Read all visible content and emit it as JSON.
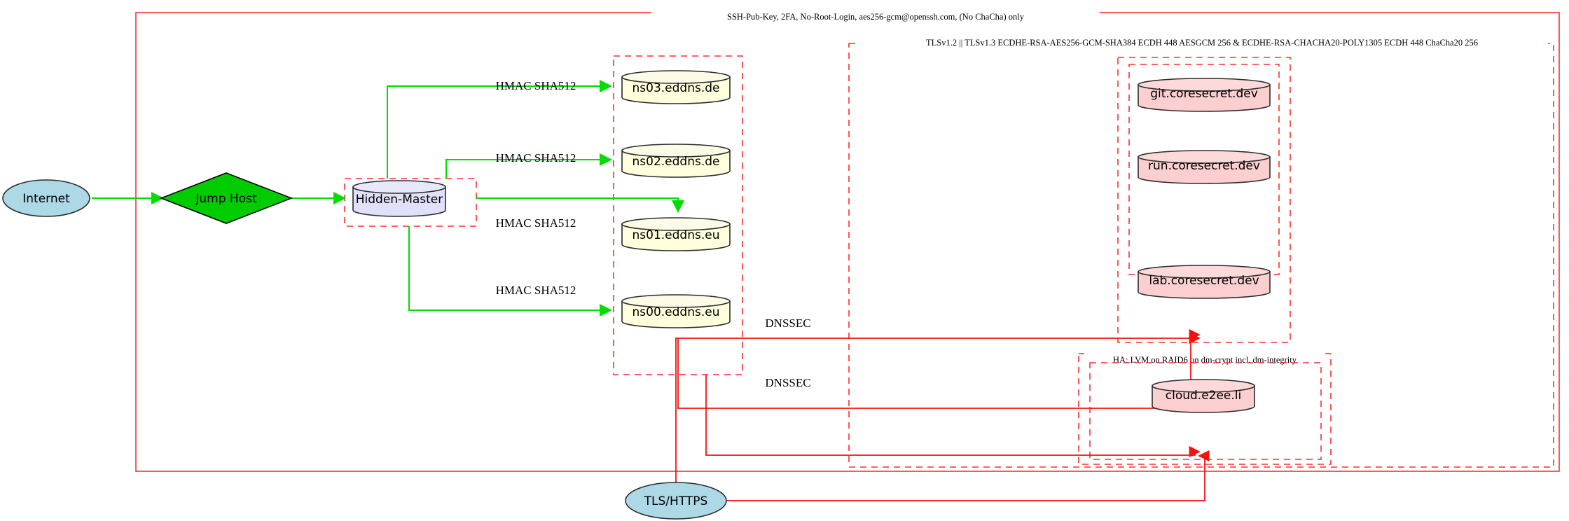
{
  "diagram": {
    "title_labels": {
      "ssh_policy": "SSH-Pub-Key, 2FA, No-Root-Login, aes256-gcm@openssh.com, (No ChaCha) only",
      "tls_policy": "TLSv1.2 || TLSv1.3 ECDHE-RSA-AES256-GCM-SHA384 ECDH 448 AESGCM 256 & ECDHE-RSA-CHACHA20-POLY1305 ECDH 448 ChaCha20 256",
      "ha_policy": "HA: LVM on RAID6 on dm-crypt incl. dm-integrity"
    },
    "nodes": {
      "internet": "Internet",
      "jump_host": "Jump Host",
      "hidden_master": "Hidden-Master",
      "ns03": "ns03.eddns.de",
      "ns02": "ns02.eddns.de",
      "ns01": "ns01.eddns.eu",
      "ns00": "ns00.eddns.eu",
      "git": "git.coresecret.dev",
      "run": "run.coresecret.dev",
      "lab": "lab.coresecret.dev",
      "cloud": "cloud.e2ee.li",
      "tls_https": "TLS/HTTPS"
    },
    "edges": {
      "hmac_ns03": "HMAC SHA512",
      "hmac_ns02": "HMAC SHA512",
      "hmac_ns01": "HMAC SHA512",
      "hmac_ns00": "HMAC SHA512",
      "dnssec_upper": "DNSSEC",
      "dnssec_lower": "DNSSEC"
    },
    "colors": {
      "cluster_border": "#f8312f",
      "green_edge": "#00dd00",
      "red_edge": "#fa0f0f",
      "internet_fill": "#add8e6",
      "jump_host_fill": "#00cc00",
      "hidden_master_fill": "#e0e0f8",
      "dns_fill": "#ffffdd",
      "service_fill": "#fbcfcf"
    }
  }
}
